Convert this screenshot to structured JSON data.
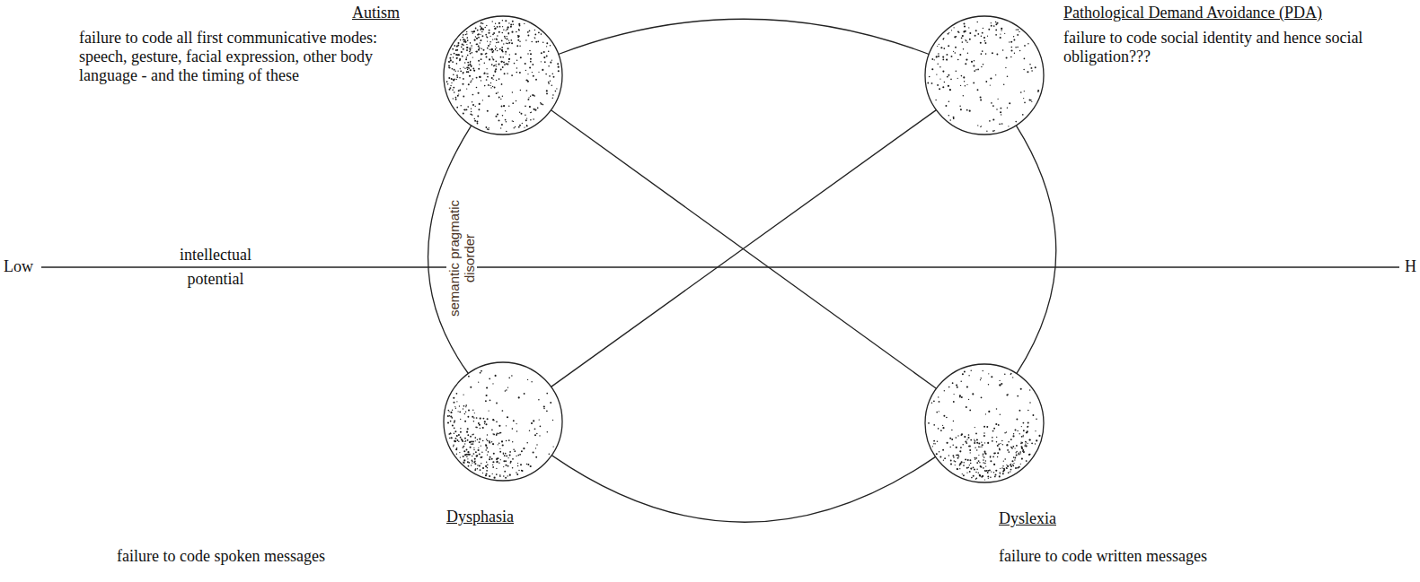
{
  "diagram": {
    "nodes": [
      {
        "text": [
          "Autism",
          "failure to code all first communicative modes: speech, gesture, facial expression, other body language - and the timing of these"
        ]
      },
      {
        "text": [
          "Pathological Demand Avoidance (PDA)",
          "failure to code social identity and hence social obligation???"
        ]
      },
      {
        "text": [
          "Dysphasia",
          "failure to code spoken messages"
        ]
      },
      {
        "text": [
          "Dyslexia",
          "failure to code written messages"
        ]
      }
    ],
    "edges": [
      {
        "from": 0,
        "to": 1,
        "arrow": "none"
      },
      {
        "from": 1,
        "to": 3,
        "arrow": "none"
      },
      {
        "from": 2,
        "to": 3,
        "arrow": "none"
      },
      {
        "from": 0,
        "to": 2,
        "arrow": "none",
        "label": "semantic pragmatic disorder"
      },
      {
        "from": 0,
        "to": 3,
        "arrow": "none"
      },
      {
        "from": 1,
        "to": 2,
        "arrow": "none"
      }
    ],
    "labels": [
      "Low",
      "intellectual",
      "potential",
      "H"
    ]
  }
}
